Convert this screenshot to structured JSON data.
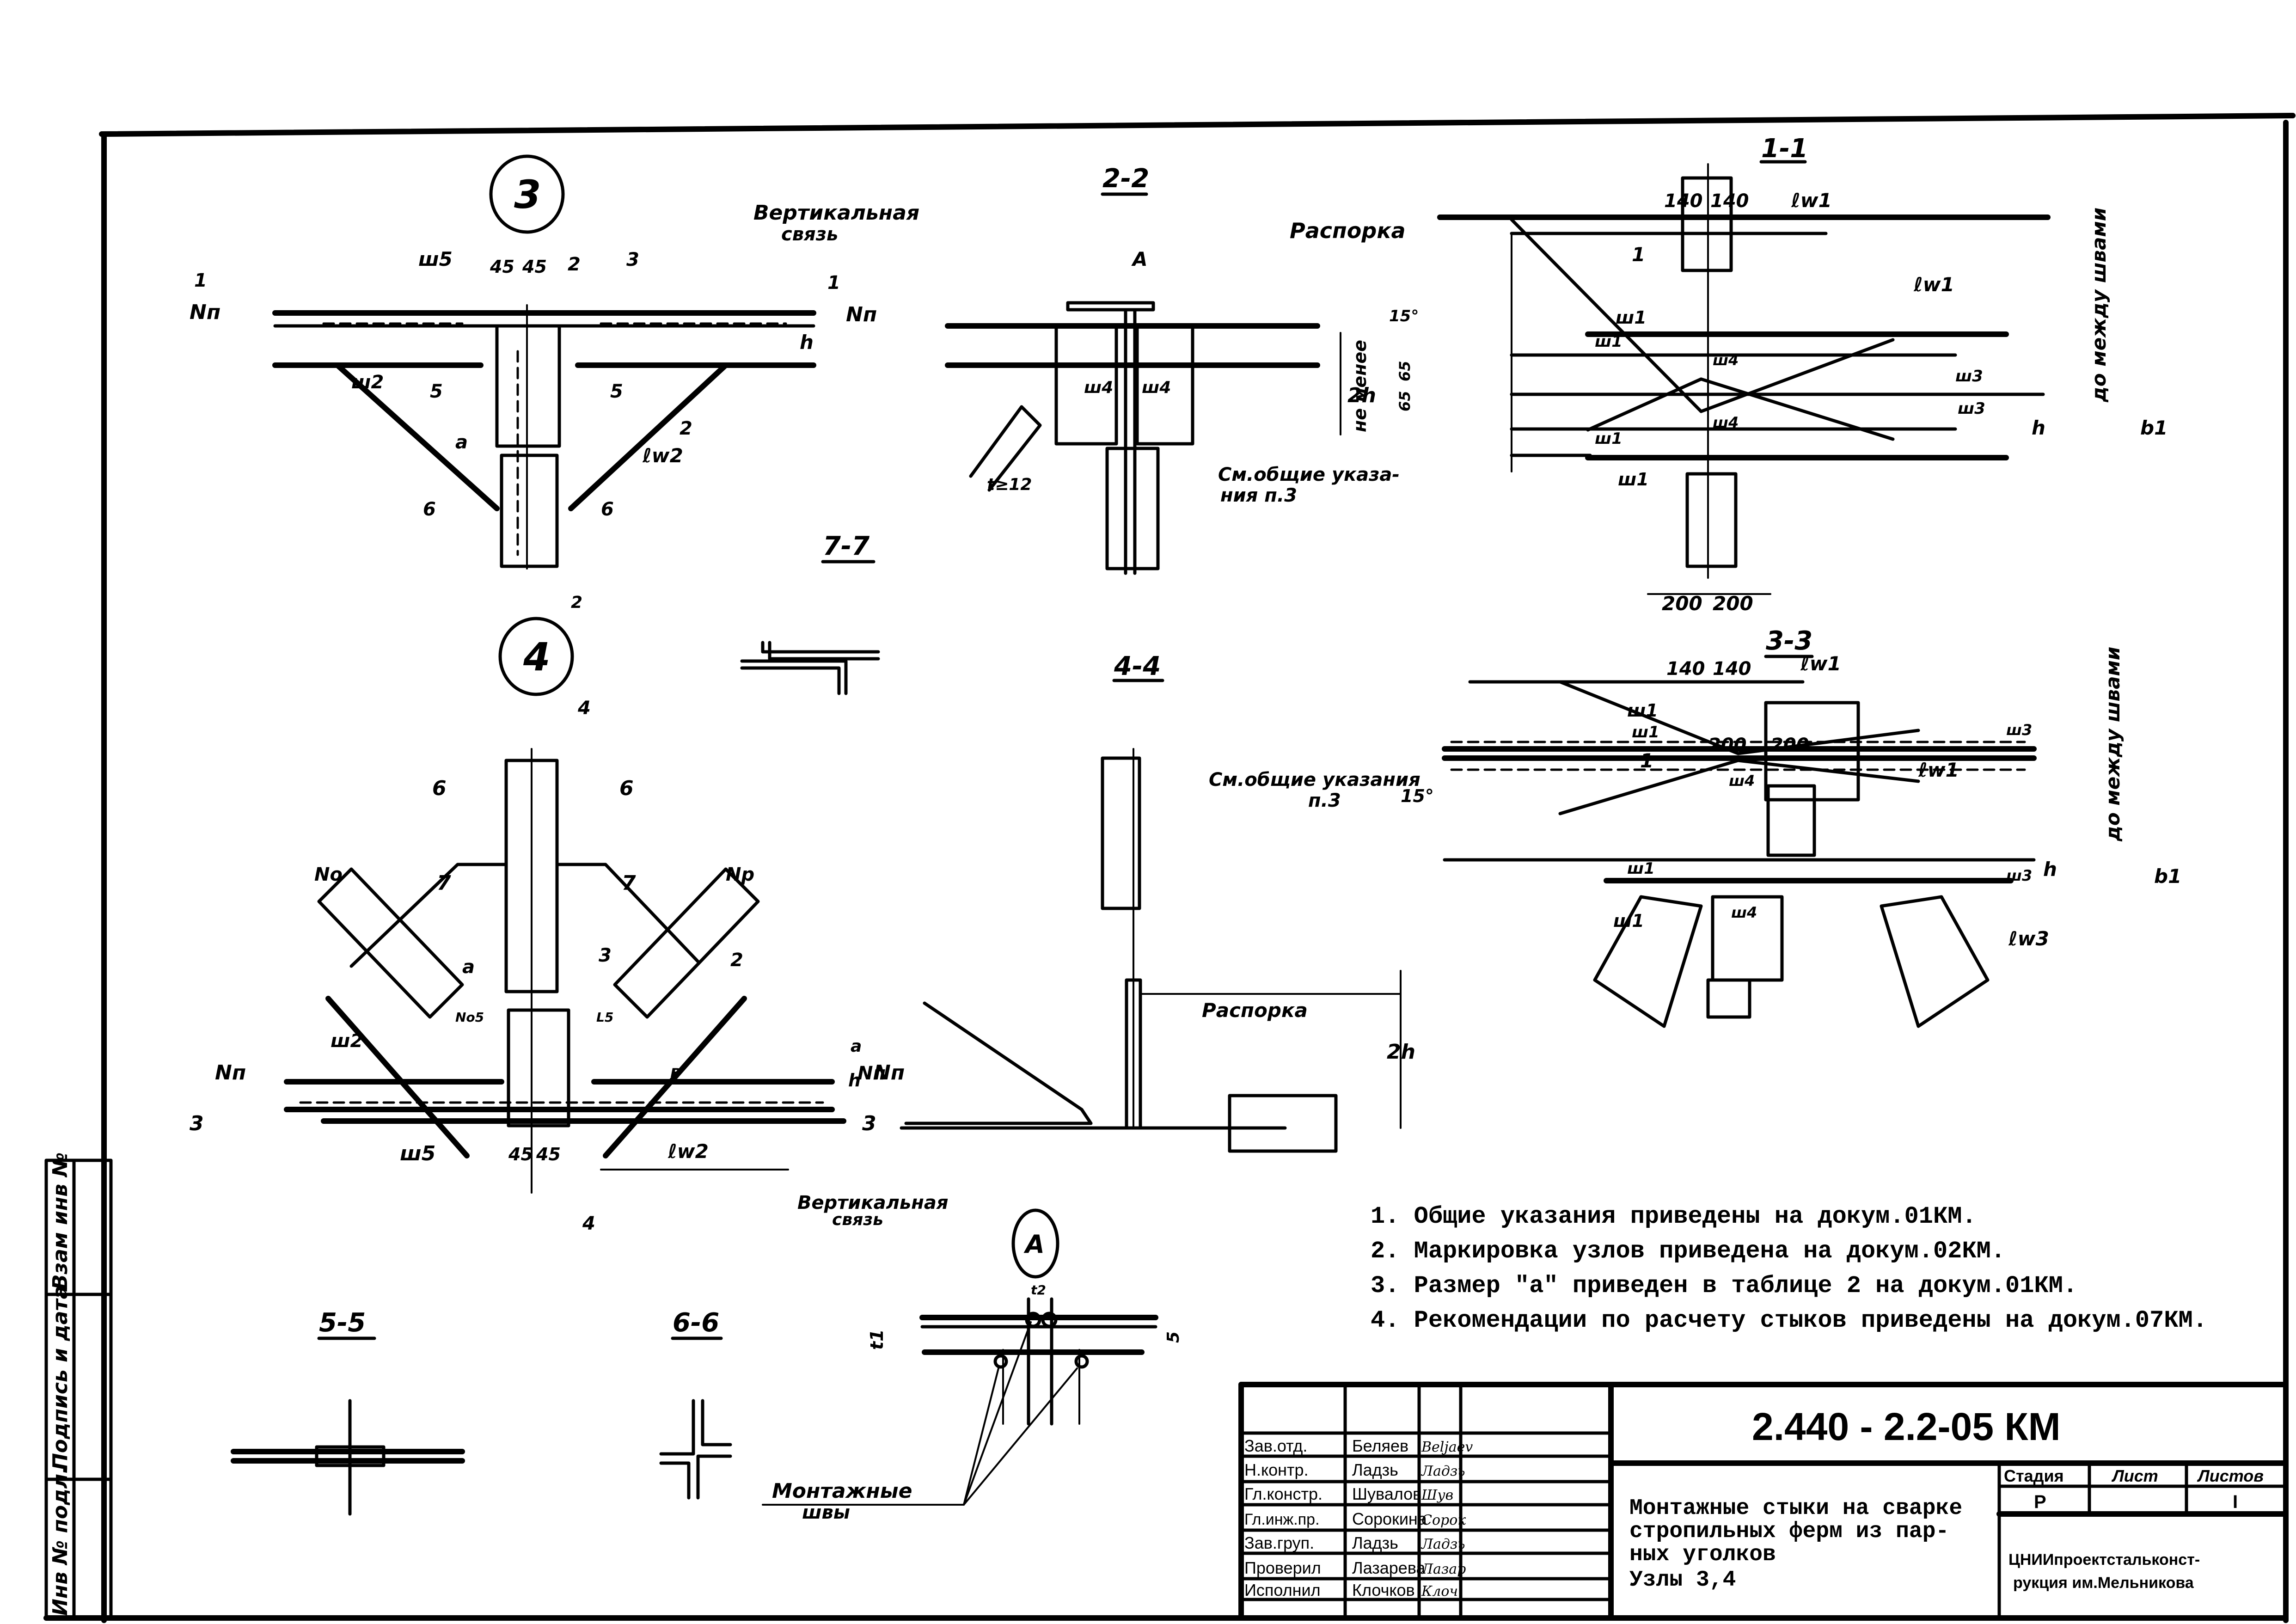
{
  "sheet": {
    "drawing_code": "2.440 - 2.2-05 КМ",
    "title_lines": [
      "Монтажные стыки на сварке",
      "стропильных ферм из пар-",
      "ных уголков",
      "Узлы 3,4"
    ],
    "stage_header": "Стадия",
    "sheet_header": "Лист",
    "sheets_header": "Листов",
    "stage_value": "Р",
    "sheet_value": "",
    "sheets_value": "I",
    "organization_lines": [
      "ЦНИИпроектстальконст-",
      "рукция им.Мельникова"
    ]
  },
  "signatures": [
    {
      "role": "Зав.отд.",
      "name": "Беляев",
      "signature": "Beljaev"
    },
    {
      "role": "Н.контр.",
      "name": "Ладзь",
      "signature": "Ладзь"
    },
    {
      "role": "Гл.констр.",
      "name": "Шувалов",
      "signature": "Шув"
    },
    {
      "role": "Гл.инж.пр.",
      "name": "Сорокина",
      "signature": "Сорок"
    },
    {
      "role": "Зав.груп.",
      "name": "Ладзь",
      "signature": "Ладзь"
    },
    {
      "role": "Проверил",
      "name": "Лазарева",
      "signature": "Лазар"
    },
    {
      "role": "Исполнил",
      "name": "Клочков",
      "signature": "Клоч"
    }
  ],
  "side_stamp": {
    "cells": [
      "Взам инв №",
      "Подпись и дата",
      "Инв № подл."
    ]
  },
  "notes": [
    "1. Общие указания приведены на докум.01КМ.",
    "2. Маркировка узлов приведена на докум.02КМ.",
    "3. Размер \"а\" приведен в таблице 2 на докум.01КМ.",
    "4. Рекомендации по расчету стыков приведены на докум.07КМ."
  ],
  "views": {
    "node3": {
      "marker": "3",
      "labels": {
        "weld5": "ш5",
        "dim45a": "45",
        "dim45b": "45",
        "cut2": "2",
        "part3": "3",
        "cut1l": "1",
        "cut1r": "1",
        "np_left": "Nп",
        "np_right": "Nп",
        "h": "h",
        "weld2": "ш2",
        "cut5l": "5",
        "cut5r": "5",
        "part2": "2",
        "a": "а",
        "lw2": "ℓw2",
        "cut6l": "6",
        "cut6r": "6",
        "cut2b": "2"
      }
    },
    "section22": {
      "title": "2-2",
      "labels": {
        "vertical_brace": "Вертикальная",
        "vertical_brace2": "связь",
        "strut": "Распорка",
        "detailA": "А",
        "w4a": "ш4",
        "w4b": "ш4",
        "two_h": "2h",
        "not_less": "не менее",
        "t": "t≥12",
        "see_notes": "См.общие указа-",
        "see_notes2": "ния п.3"
      }
    },
    "section11": {
      "title": "1-1",
      "labels": {
        "d140a": "140",
        "d140b": "140",
        "lw1_top": "ℓw1",
        "part1": "1",
        "lw1_diag": "ℓw1",
        "angle": "15°",
        "w1a": "ш1",
        "w1b": "ш1",
        "w1c": "ш1",
        "w1d": "ш1",
        "w4a": "ш4",
        "w4b": "ш4",
        "w3a": "ш3",
        "w3b": "ш3",
        "d65a": "65",
        "d65b": "65",
        "h": "h",
        "b1": "b1",
        "between_welds": "до между швами",
        "d200a": "200",
        "d200b": "200"
      }
    },
    "section77": {
      "title": "7-7"
    },
    "node4": {
      "marker": "4",
      "labels": {
        "cut4t": "4",
        "cut6l": "6",
        "cut6r": "6",
        "cut7l": "7",
        "cut7r": "7",
        "no": "Nо",
        "np": "Nр",
        "a": "а",
        "part3": "3",
        "part2": "2",
        "no5": "Nо5",
        "l5": "L5",
        "w2": "ш2",
        "np_left": "Nп",
        "np_right": "Nп",
        "b": "в",
        "h": "h",
        "a2": "а",
        "cut3l": "3",
        "cut3r": "3",
        "w5": "ш5",
        "d45a": "45",
        "d45b": "45",
        "lw2": "ℓw2",
        "cut4b": "4"
      }
    },
    "section44": {
      "title": "4-4",
      "labels": {
        "see_notes": "См.общие указания",
        "see_notes2": "п.3",
        "strut": "Распорка",
        "np": "Nп",
        "two_h": "2h",
        "vertical_brace": "Вертикальная",
        "vertical_brace2": "связь"
      }
    },
    "section33": {
      "title": "3-3",
      "labels": {
        "d140a": "140",
        "d140b": "140",
        "lw1_top": "ℓw1",
        "d200a": "200",
        "d200b": "200",
        "part1": "1",
        "angle": "15°",
        "lw1_diag": "ℓw1",
        "w1a": "ш1",
        "w1b": "ш1",
        "w1c": "ш1",
        "w1d": "ш1",
        "w4a": "ш4",
        "w4b": "ш4",
        "w3a": "ш3",
        "w3b": "ш3",
        "lw3": "ℓw3",
        "h": "h",
        "b1": "b1",
        "between_welds": "до между швами"
      }
    },
    "section55": {
      "title": "5-5"
    },
    "section66": {
      "title": "6-6"
    },
    "detailA": {
      "marker": "А",
      "labels": {
        "t2": "t2",
        "t1": "t1",
        "dim5": "5",
        "mounting_welds": "Монтажные",
        "mounting_welds2": "швы"
      }
    }
  }
}
